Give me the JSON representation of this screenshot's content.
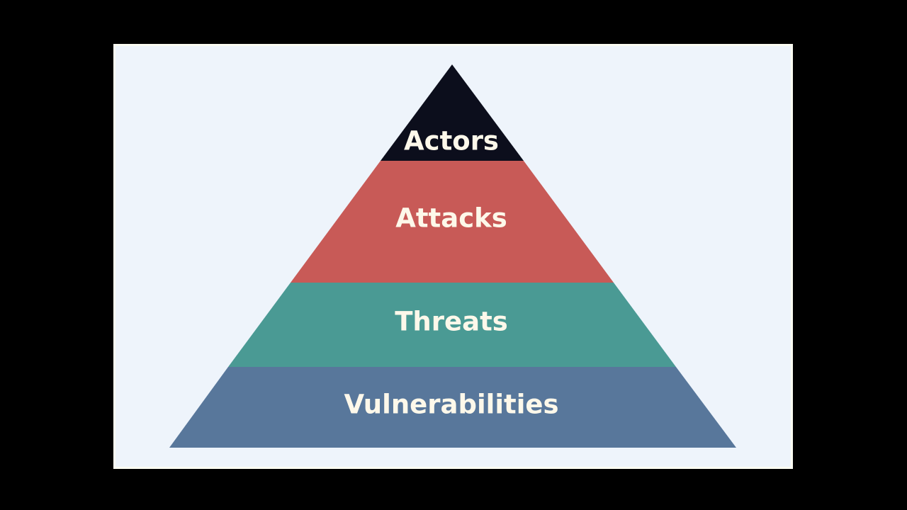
{
  "pyramid": {
    "tiers": [
      {
        "label": "Actors",
        "color": "#0c0e1c"
      },
      {
        "label": "Attacks",
        "color": "#c85a57"
      },
      {
        "label": "Threats",
        "color": "#4a9a94"
      },
      {
        "label": "Vulnerabilities",
        "color": "#58779b"
      }
    ]
  },
  "colors": {
    "background": "#000000",
    "slide": "#eef4fb",
    "label": "#fdf8ea"
  }
}
